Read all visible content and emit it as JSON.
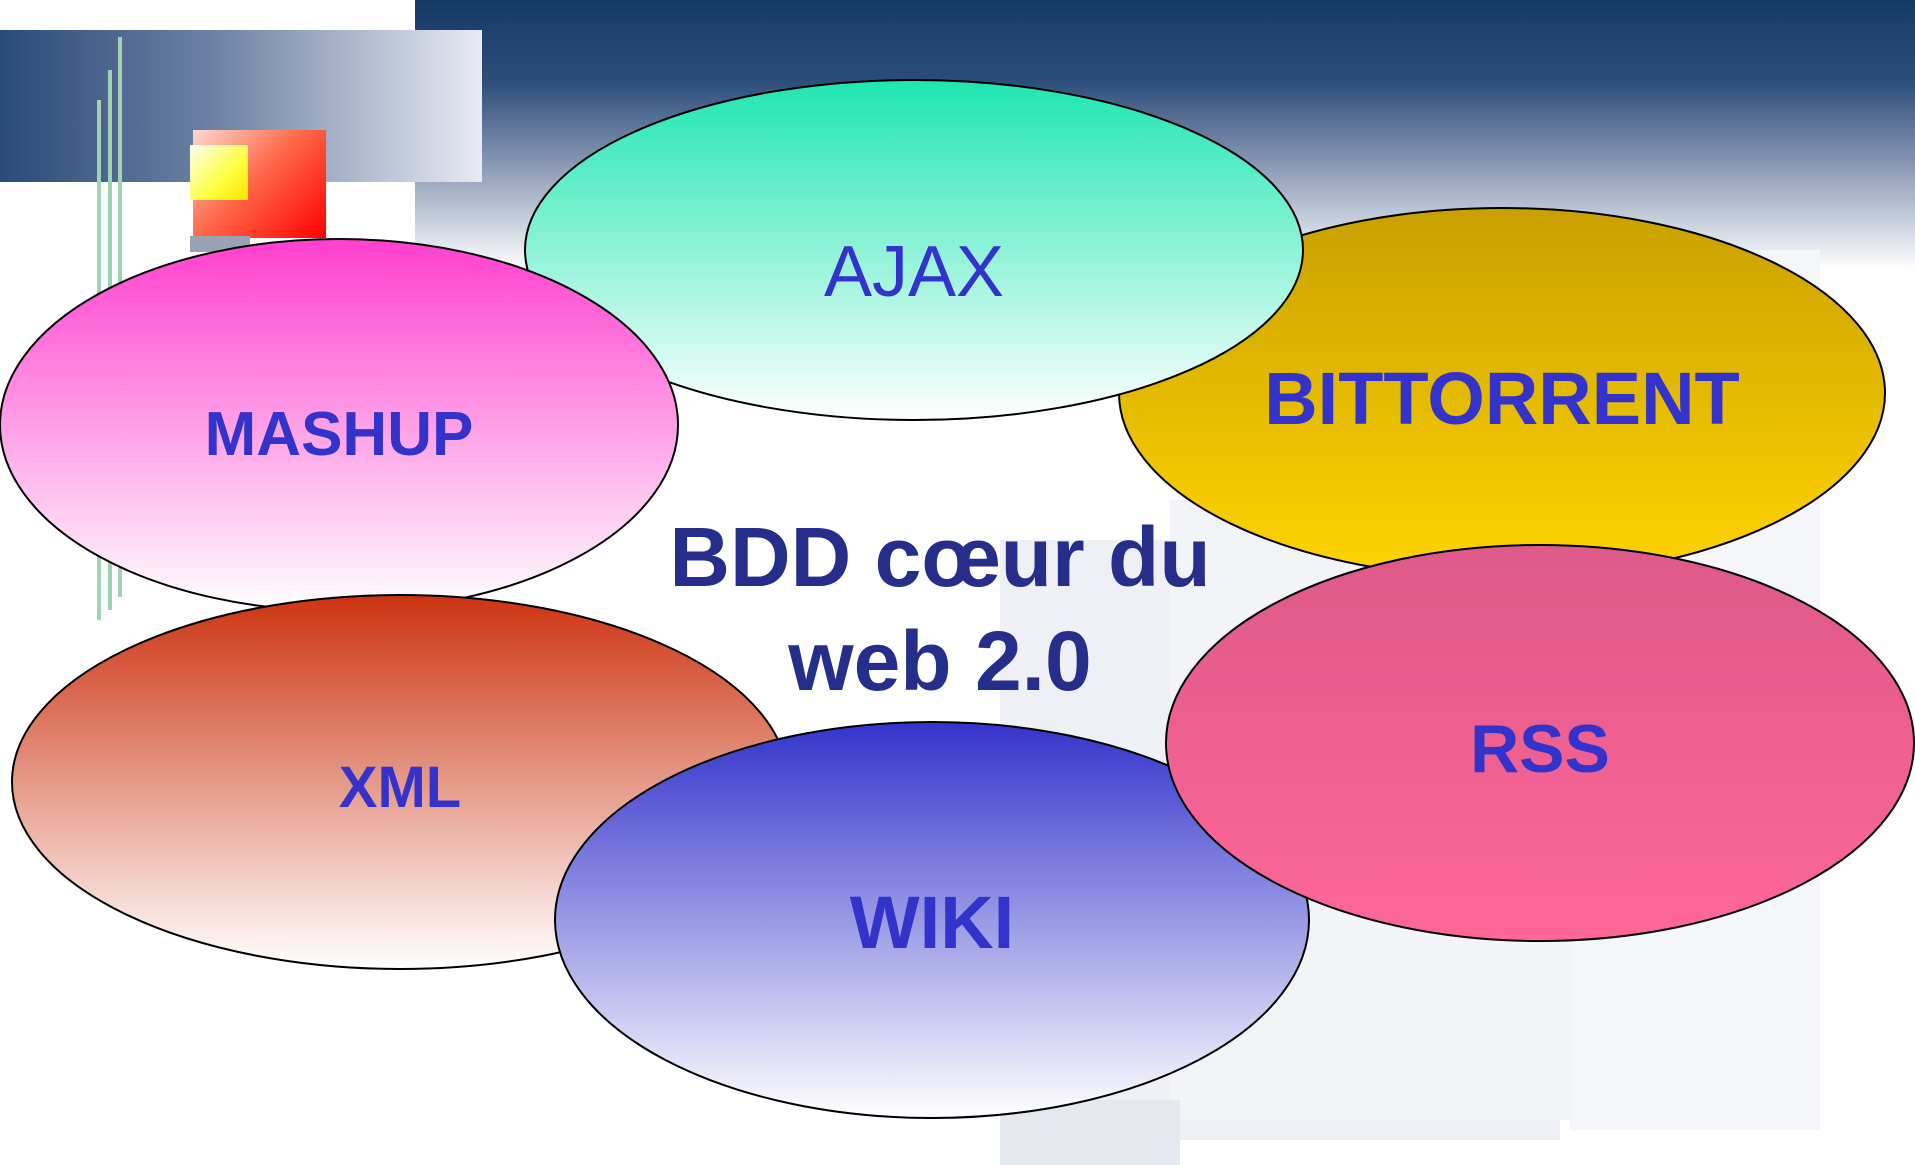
{
  "center": {
    "line1": "BDD cœur du",
    "line2": "web 2.0"
  },
  "bubbles": [
    {
      "key": "ajax",
      "label": "AJAX",
      "bold": false,
      "color_top": "#1ee6b0",
      "color_bottom": "#ffffff"
    },
    {
      "key": "bittorrent",
      "label": "BITTORRENT",
      "bold": true,
      "color_top": "#c9a000",
      "color_bottom": "#ffd400"
    },
    {
      "key": "mashup",
      "label": "MASHUP",
      "bold": true,
      "color_top": "#ff3fce",
      "color_bottom": "#ffffff"
    },
    {
      "key": "xml",
      "label": "XML",
      "bold": true,
      "color_top": "#cc3311",
      "color_bottom": "#ffffff"
    },
    {
      "key": "wiki",
      "label": "WIKI",
      "bold": true,
      "color_top": "#3333cc",
      "color_bottom": "#ffffff"
    },
    {
      "key": "rss",
      "label": "RSS",
      "bold": true,
      "color_top": "#dd5a88",
      "color_bottom": "#ff6699"
    }
  ],
  "colors": {
    "label_text": "#3333cc",
    "center_text": "#262e8c",
    "outline": "#000000"
  }
}
